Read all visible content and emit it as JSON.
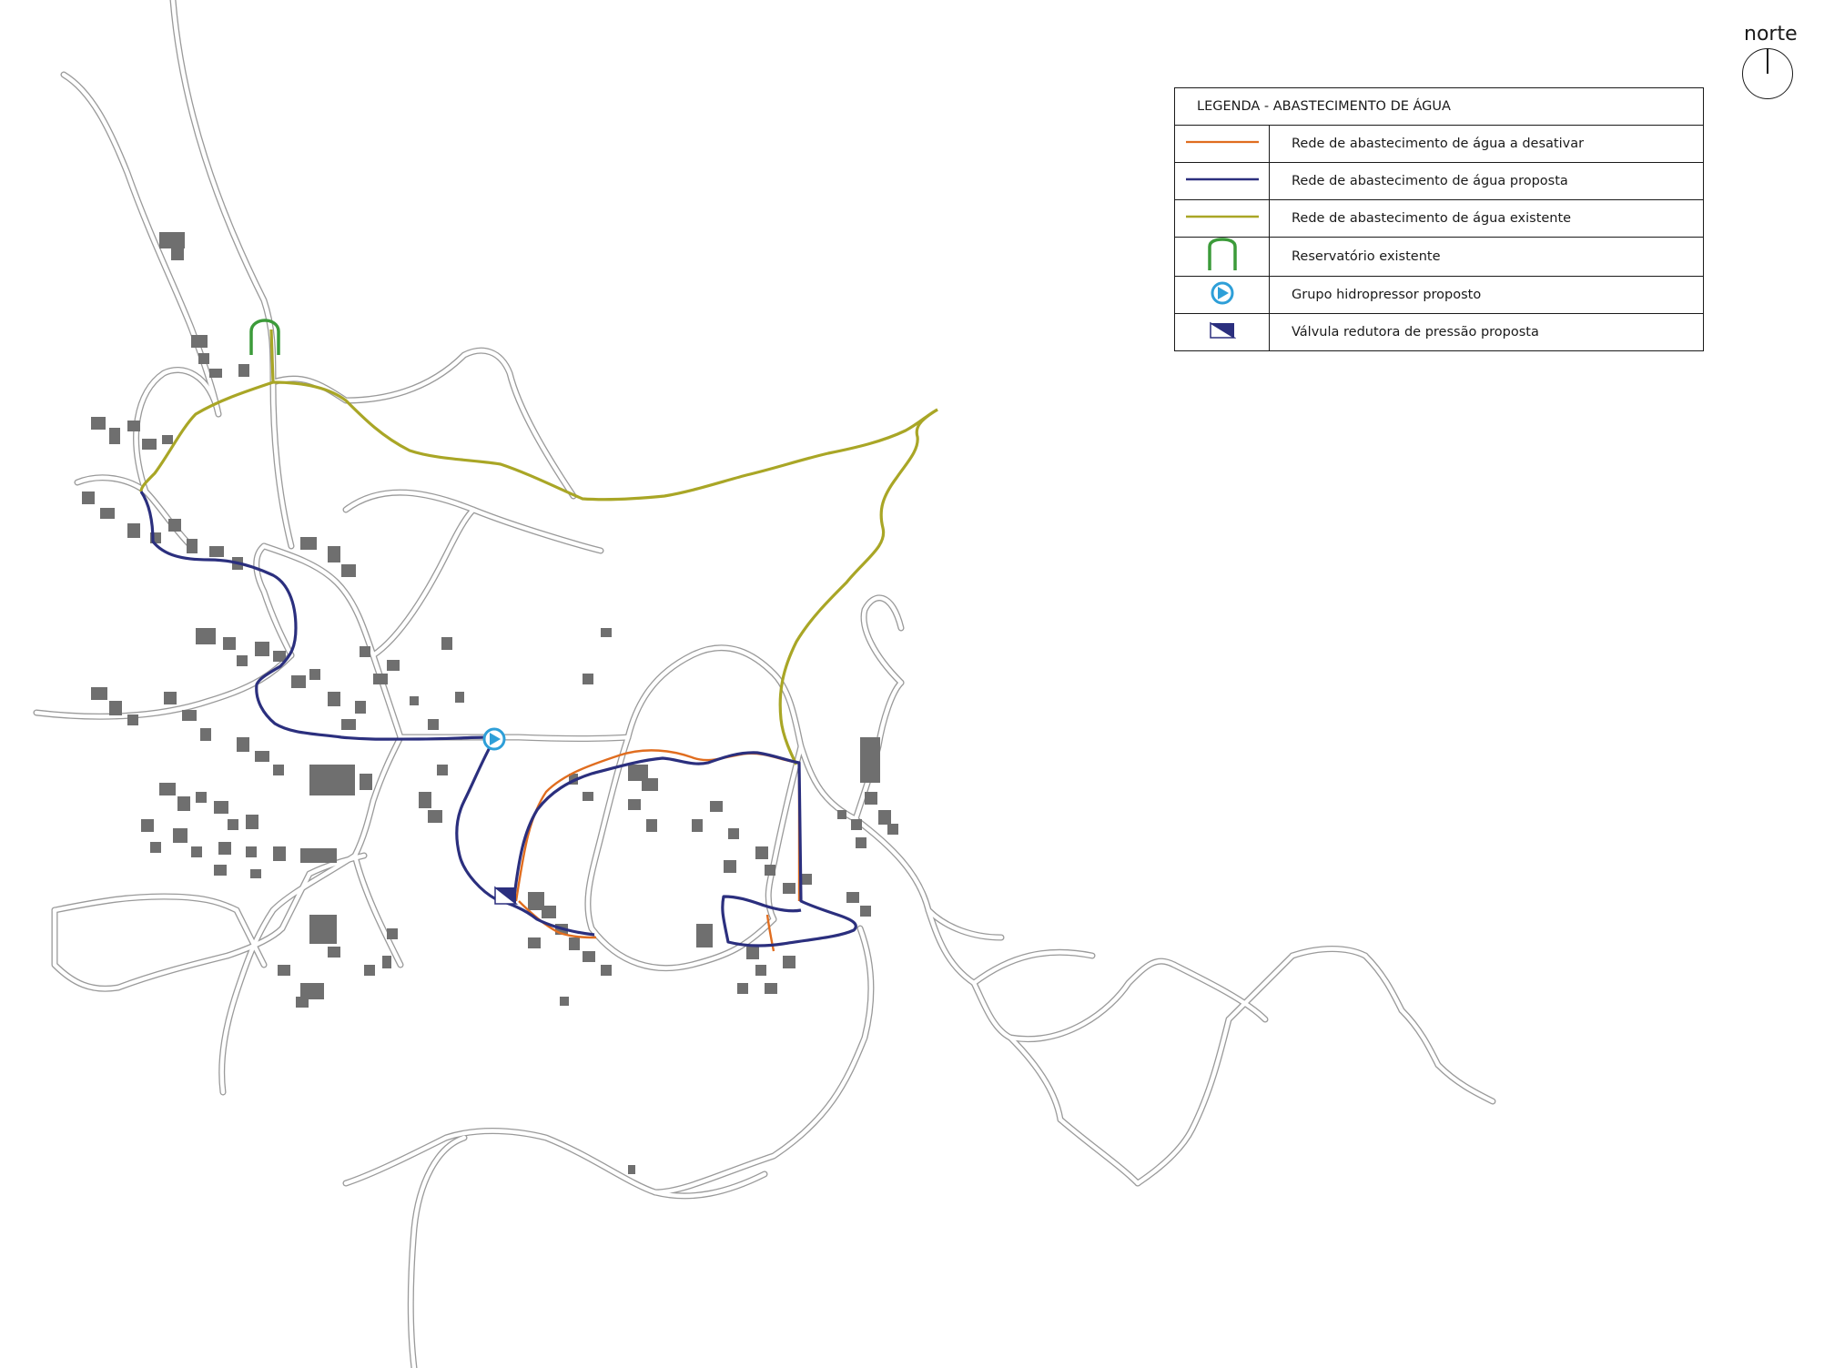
{
  "north_label": "norte",
  "legend": {
    "title": "LEGENDA - ABASTECIMENTO DE ÁGUA",
    "items": [
      {
        "label": "Rede de abastecimento de água a desativar",
        "symbol": "orange-line-icon",
        "color": "#e06d1f"
      },
      {
        "label": "Rede de abastecimento de água proposta",
        "symbol": "navy-line-icon",
        "color": "#2b2f7e"
      },
      {
        "label": "Rede de abastecimento de água existente",
        "symbol": "olive-line-icon",
        "color": "#a9a626"
      },
      {
        "label": "Reservatório existente",
        "symbol": "reservoir-icon",
        "color": "#3c9b3a"
      },
      {
        "label": "Grupo hidropressor proposto",
        "symbol": "booster-pump-icon",
        "color": "#2e9fd8"
      },
      {
        "label": "Válvula redutora de pressão proposta",
        "symbol": "pressure-valve-icon",
        "color": "#2b2f7e"
      }
    ]
  },
  "colors": {
    "road_outline": "#9a9a9a",
    "building": "#6f6f6f",
    "pipe_to_deactivate": "#e06d1f",
    "pipe_proposed": "#2b2f7e",
    "pipe_existing": "#a9a626",
    "reservoir": "#3c9b3a",
    "booster": "#2e9fd8"
  }
}
